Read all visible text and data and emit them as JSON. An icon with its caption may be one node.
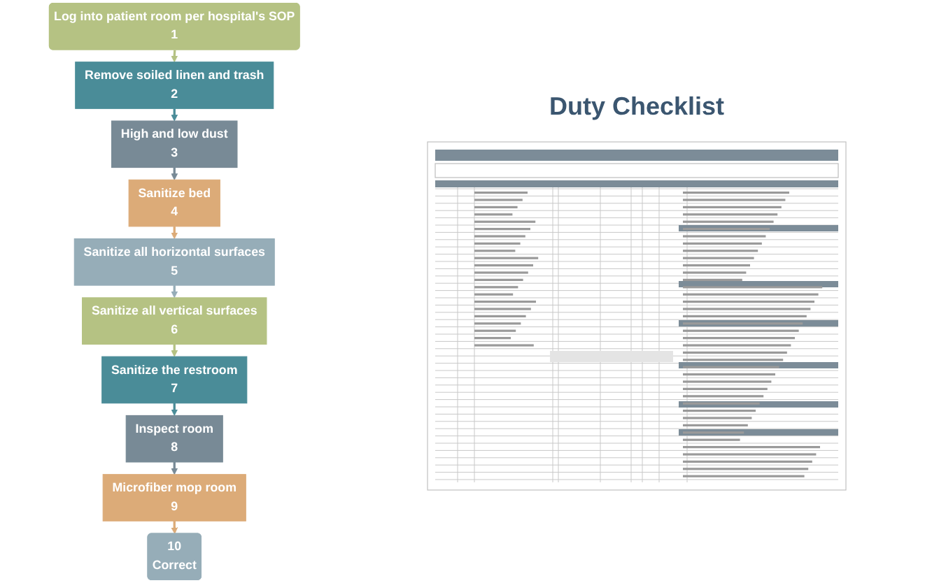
{
  "diagram": {
    "nodes": [
      {
        "text": [
          "Log into patient room per hospital's SOP",
          "1"
        ]
      },
      {
        "text": [
          "Remove soiled linen and trash",
          "2"
        ]
      },
      {
        "text": [
          "High and low dust",
          "3"
        ]
      },
      {
        "text": [
          "Sanitize bed",
          "4"
        ]
      },
      {
        "text": [
          "Sanitize all horizontal surfaces",
          "5"
        ]
      },
      {
        "text": [
          "Sanitize all vertical surfaces",
          "6"
        ]
      },
      {
        "text": [
          "Sanitize the restroom",
          "7"
        ]
      },
      {
        "text": [
          "Inspect room",
          "8"
        ]
      },
      {
        "text": [
          "Microfiber mop room",
          "9"
        ]
      },
      {
        "text": [
          "10",
          "Correct"
        ]
      }
    ],
    "edges": [
      {
        "from": 0,
        "to": 1,
        "arrow": "to",
        "color": "#b5c283"
      },
      {
        "from": 1,
        "to": 2,
        "arrow": "to",
        "color": "#4a8c98"
      },
      {
        "from": 2,
        "to": 3,
        "arrow": "to",
        "color": "#788a96"
      },
      {
        "from": 3,
        "to": 4,
        "arrow": "to",
        "color": "#dcab78"
      },
      {
        "from": 4,
        "to": 5,
        "arrow": "to",
        "color": "#96adb8"
      },
      {
        "from": 5,
        "to": 6,
        "arrow": "to",
        "color": "#b5c283"
      },
      {
        "from": 6,
        "to": 7,
        "arrow": "to",
        "color": "#4a8c98"
      },
      {
        "from": 7,
        "to": 8,
        "arrow": "to",
        "color": "#788a96"
      },
      {
        "from": 8,
        "to": 9,
        "arrow": "to",
        "color": "#dcab78"
      }
    ],
    "labels": [
      "Duty Checklist"
    ]
  }
}
